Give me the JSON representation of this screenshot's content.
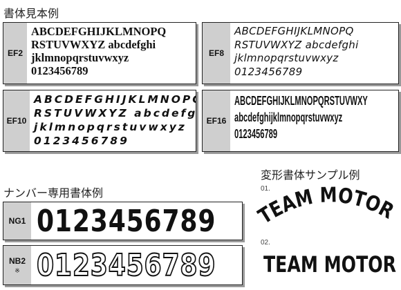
{
  "titles": {
    "samples": "書体見本例",
    "number": "ナンバー専用書体例",
    "deform": "変形書体サンプル例"
  },
  "font_samples": [
    {
      "code": "EF2",
      "lines": [
        "ABCDEFGHIJKLMNOPQ",
        "RSTUVWXYZ abcdefghi",
        "jklmnopqrstuvwxyz",
        "0123456789"
      ]
    },
    {
      "code": "EF8",
      "lines": [
        "ABCDEFGHIJKLMNOPQ",
        "RSTUVWXYZ abcdefghi",
        "jklmnopqrstuvwxyz",
        "0123456789"
      ]
    },
    {
      "code": "EF10",
      "lines": [
        "ABCDEFGHIJKLMNOPQ",
        "RSTUVWXYZ abcdefghi",
        "jklmnopqrstuvwxyz",
        "0123456789"
      ]
    },
    {
      "code": "EF16",
      "lines": [
        "ABCDEFGHIJKLMNOPQRSTUVWXY",
        "abcdefghijklmnopqrstuvwxyz",
        "0123456789"
      ]
    }
  ],
  "number_samples": [
    {
      "code": "NG1",
      "digits": "0123456789"
    },
    {
      "code": "NB2",
      "note": "※",
      "digits": "0123456789"
    }
  ],
  "deform_samples": [
    {
      "label": "01.",
      "text": "TEAM MOTOR",
      "style": "arch"
    },
    {
      "label": "02.",
      "text": "TEAM MOTOR",
      "style": "bridge"
    }
  ]
}
